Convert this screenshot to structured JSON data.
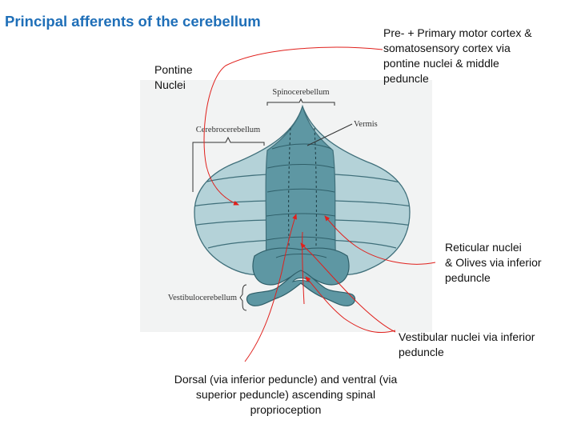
{
  "title": "Principal afferents of the cerebellum",
  "figure": {
    "labels": {
      "spinocerebellum": "Spinocerebellum",
      "cerebrocerebellum": "Cerebrocerebellum",
      "vermis": "Vermis",
      "vestibulocerebellum": "Vestibulocerebellum"
    },
    "colors": {
      "hemisphere": "#b4d2d8",
      "vermis": "#5e97a3",
      "outline": "#3f6f7a",
      "arrow": "#e0201c"
    }
  },
  "annotations": {
    "motor_cortex": [
      "Pre- + Primary motor cortex &",
      "somatosensory cortex via",
      "pontine nuclei & middle",
      "peduncle"
    ],
    "pontine": [
      "Pontine",
      "Nuclei"
    ],
    "reticular": [
      "Reticular nuclei",
      "& Olives via inferior",
      "peduncle"
    ],
    "vestibular": [
      "Vestibular nuclei via inferior",
      "peduncle"
    ],
    "spinal": [
      "Dorsal (via inferior peduncle) and ventral (via",
      "superior peduncle) ascending spinal",
      "proprioception"
    ]
  }
}
